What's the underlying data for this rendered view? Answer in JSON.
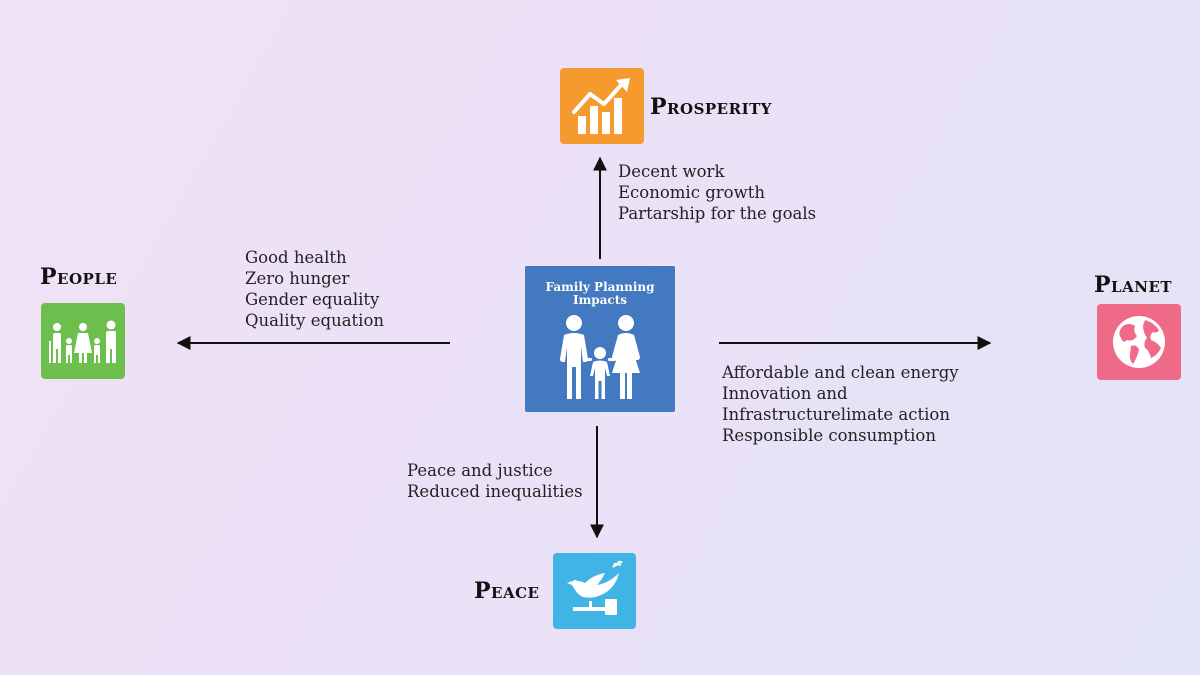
{
  "center": {
    "title": "Family Planning\nImpacts",
    "icon": "family-icon",
    "color": "#4279c0"
  },
  "prosperity": {
    "label": "Prosperity",
    "icon": "growth-chart-icon",
    "color": "#f49a2e",
    "items": [
      "Decent work",
      "Economic growth",
      "Partarship for the goals"
    ]
  },
  "people": {
    "label": "People",
    "icon": "people-group-icon",
    "color": "#6cbf4c",
    "items": [
      "Good health",
      "Zero hunger",
      "Gender equality",
      "Quality equation"
    ]
  },
  "planet": {
    "label": "Planet",
    "icon": "globe-icon",
    "color": "#ef6a87",
    "items": [
      "Affordable and clean energy",
      "Innovation and",
      "Infrastructurelimate action",
      "Responsible consumption"
    ]
  },
  "peace": {
    "label": "Peace",
    "icon": "dove-gavel-icon",
    "color": "#3fb4e5",
    "items": [
      "Peace and justice",
      "Reduced inequalities"
    ]
  }
}
